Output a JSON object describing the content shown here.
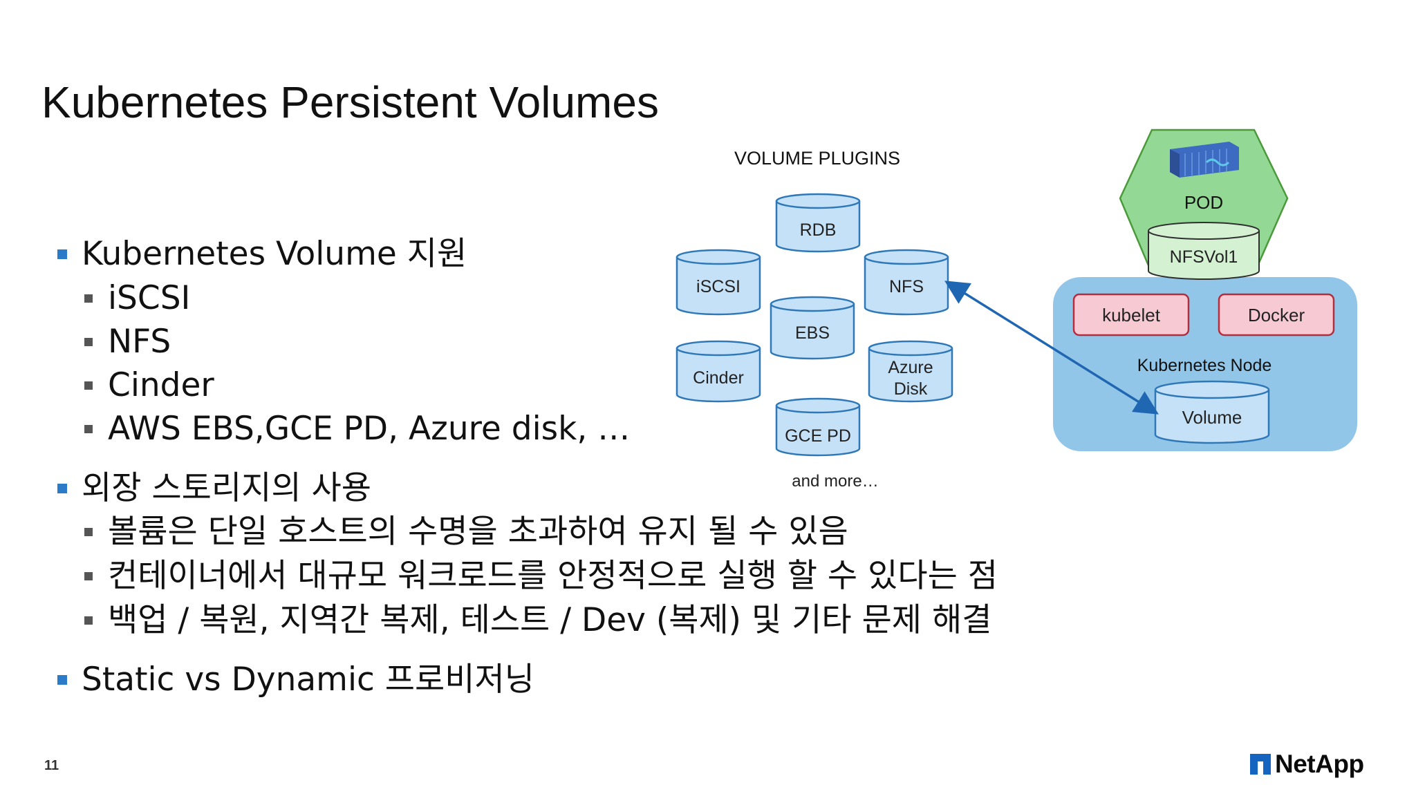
{
  "slide": {
    "title": "Kubernetes Persistent Volumes",
    "number": "11",
    "logo": "NetApp"
  },
  "bullets": {
    "b1": "Kubernetes Volume 지원",
    "b1_1": "iSCSI",
    "b1_2": "NFS",
    "b1_3": "Cinder",
    "b1_4": "AWS EBS,GCE PD, Azure disk, …",
    "b2": "외장 스토리지의 사용",
    "b2_1": "볼륨은 단일 호스트의 수명을 초과하여 유지 될 수 있음",
    "b2_2": "컨테이너에서 대규모 워크로드를 안정적으로 실행 할 수 있다는 점",
    "b2_3": "백업 / 복원, 지역간 복제, 테스트 / Dev (복제) 및 기타 문제 해결",
    "b3": "Static vs Dynamic 프로비저닝"
  },
  "diagram": {
    "plugins_heading": "VOLUME PLUGINS",
    "plugins": {
      "rdb": "RDB",
      "iscsi": "iSCSI",
      "nfs": "NFS",
      "ebs": "EBS",
      "cinder": "Cinder",
      "azure_line1": "Azure",
      "azure_line2": "Disk",
      "gcepd": "GCE PD"
    },
    "more": "and more…",
    "pod": "POD",
    "pod_volume": "NFSVol1",
    "kubelet": "kubelet",
    "docker": "Docker",
    "node": "Kubernetes Node",
    "node_volume": "Volume",
    "colors": {
      "accent": "#2b7bc9",
      "cylinder_fill": "#c5e1f7",
      "cylinder_stroke": "#2f78b8",
      "pod_fill": "#93d895",
      "pod_stroke": "#4b9a3a",
      "pod_volume_fill": "#d4f1d2",
      "node_fill": "#92c6e8",
      "component_fill": "#f6c9d3",
      "component_stroke": "#b52c3d",
      "arrow": "#1f66b3"
    }
  }
}
